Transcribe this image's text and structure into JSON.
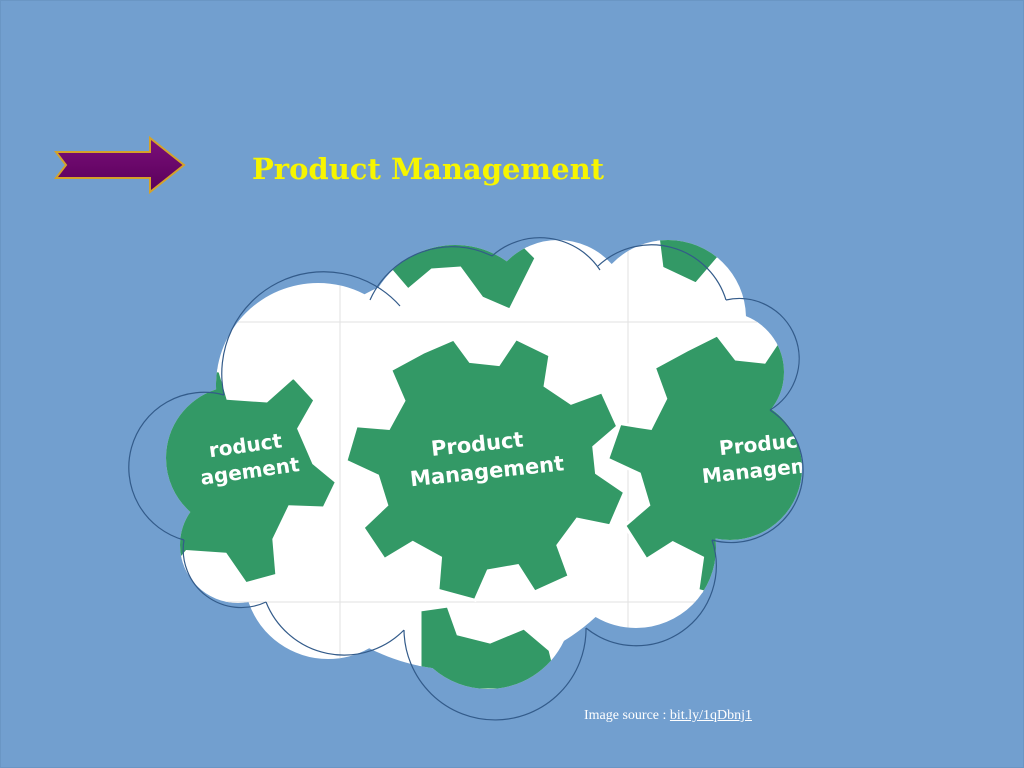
{
  "slide": {
    "title": "Product Management",
    "background_color": "#729fcf",
    "title_color": "#f7f500"
  },
  "arrow": {
    "icon": "right-arrow-icon",
    "fill_color": "#660066",
    "stroke_color": "#c9a227"
  },
  "image": {
    "description_icon": "gears-cloud-image",
    "gear_color": "#339966",
    "gear_labels": {
      "left_line1": "roduct",
      "left_line2": "agement",
      "center_line1": "Product",
      "center_line2": "Management",
      "right_line1": "Produc",
      "right_line2": "Managem"
    }
  },
  "caption": {
    "prefix": "Image source : ",
    "link_text": "bit.ly/1qDbnj1"
  }
}
